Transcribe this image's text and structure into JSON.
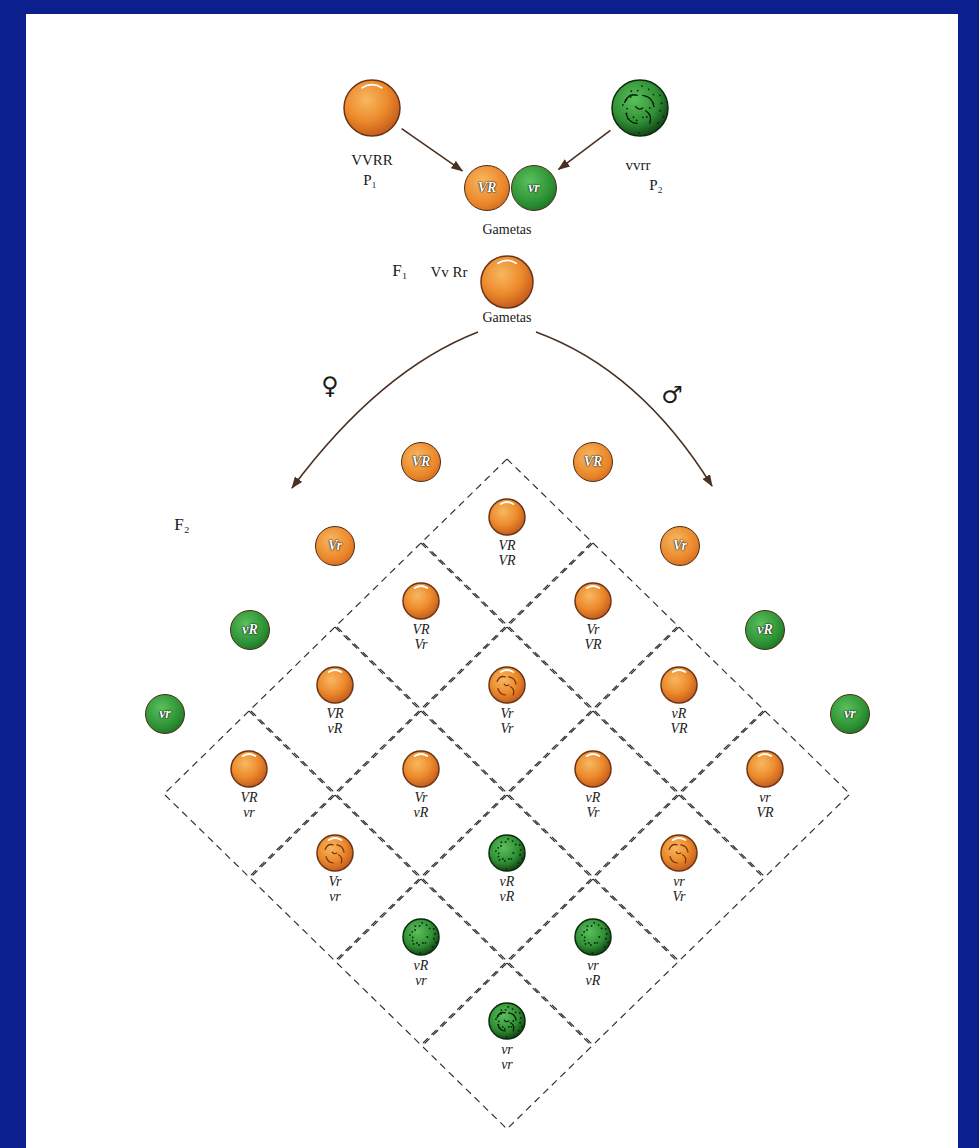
{
  "diagram": {
    "nodes": [
      {
        "text": [
          "VVRR",
          "P₁"
        ]
      },
      {
        "text": [
          "vvrr",
          "P₂"
        ]
      },
      {
        "text": [
          "VR"
        ]
      },
      {
        "text": [
          "vr"
        ]
      },
      {
        "text": [
          "Vv Rr"
        ]
      },
      {
        "text": [
          "VR"
        ]
      },
      {
        "text": [
          "Vr"
        ]
      },
      {
        "text": [
          "vR"
        ]
      },
      {
        "text": [
          "vr"
        ]
      },
      {
        "text": [
          "VR"
        ]
      },
      {
        "text": [
          "Vr"
        ]
      },
      {
        "text": [
          "vR"
        ]
      },
      {
        "text": [
          "vr"
        ]
      },
      {
        "text": [
          "VR",
          "VR"
        ]
      },
      {
        "text": [
          "VR",
          "Vr"
        ]
      },
      {
        "text": [
          "Vr",
          "VR"
        ]
      },
      {
        "text": [
          "VR",
          "vR"
        ]
      },
      {
        "text": [
          "Vr",
          "Vr"
        ]
      },
      {
        "text": [
          "vR",
          "VR"
        ]
      },
      {
        "text": [
          "VR",
          "vr"
        ]
      },
      {
        "text": [
          "Vr",
          "vR"
        ]
      },
      {
        "text": [
          "vR",
          "Vr"
        ]
      },
      {
        "text": [
          "vr",
          "VR"
        ]
      },
      {
        "text": [
          "Vr",
          "vr"
        ]
      },
      {
        "text": [
          "vR",
          "vR"
        ]
      },
      {
        "text": [
          "vr",
          "Vr"
        ]
      },
      {
        "text": [
          "vR",
          "vr"
        ]
      },
      {
        "text": [
          "vr",
          "vR"
        ]
      },
      {
        "text": [
          "vr",
          "vr"
        ]
      }
    ],
    "edges": [
      {
        "from": 0,
        "to": 2,
        "arrow": "to"
      },
      {
        "from": 1,
        "to": 3,
        "arrow": "to"
      }
    ],
    "labels": [
      "Gametas",
      "F₁",
      "Gametas",
      "♀",
      "♂",
      "F₂"
    ]
  }
}
